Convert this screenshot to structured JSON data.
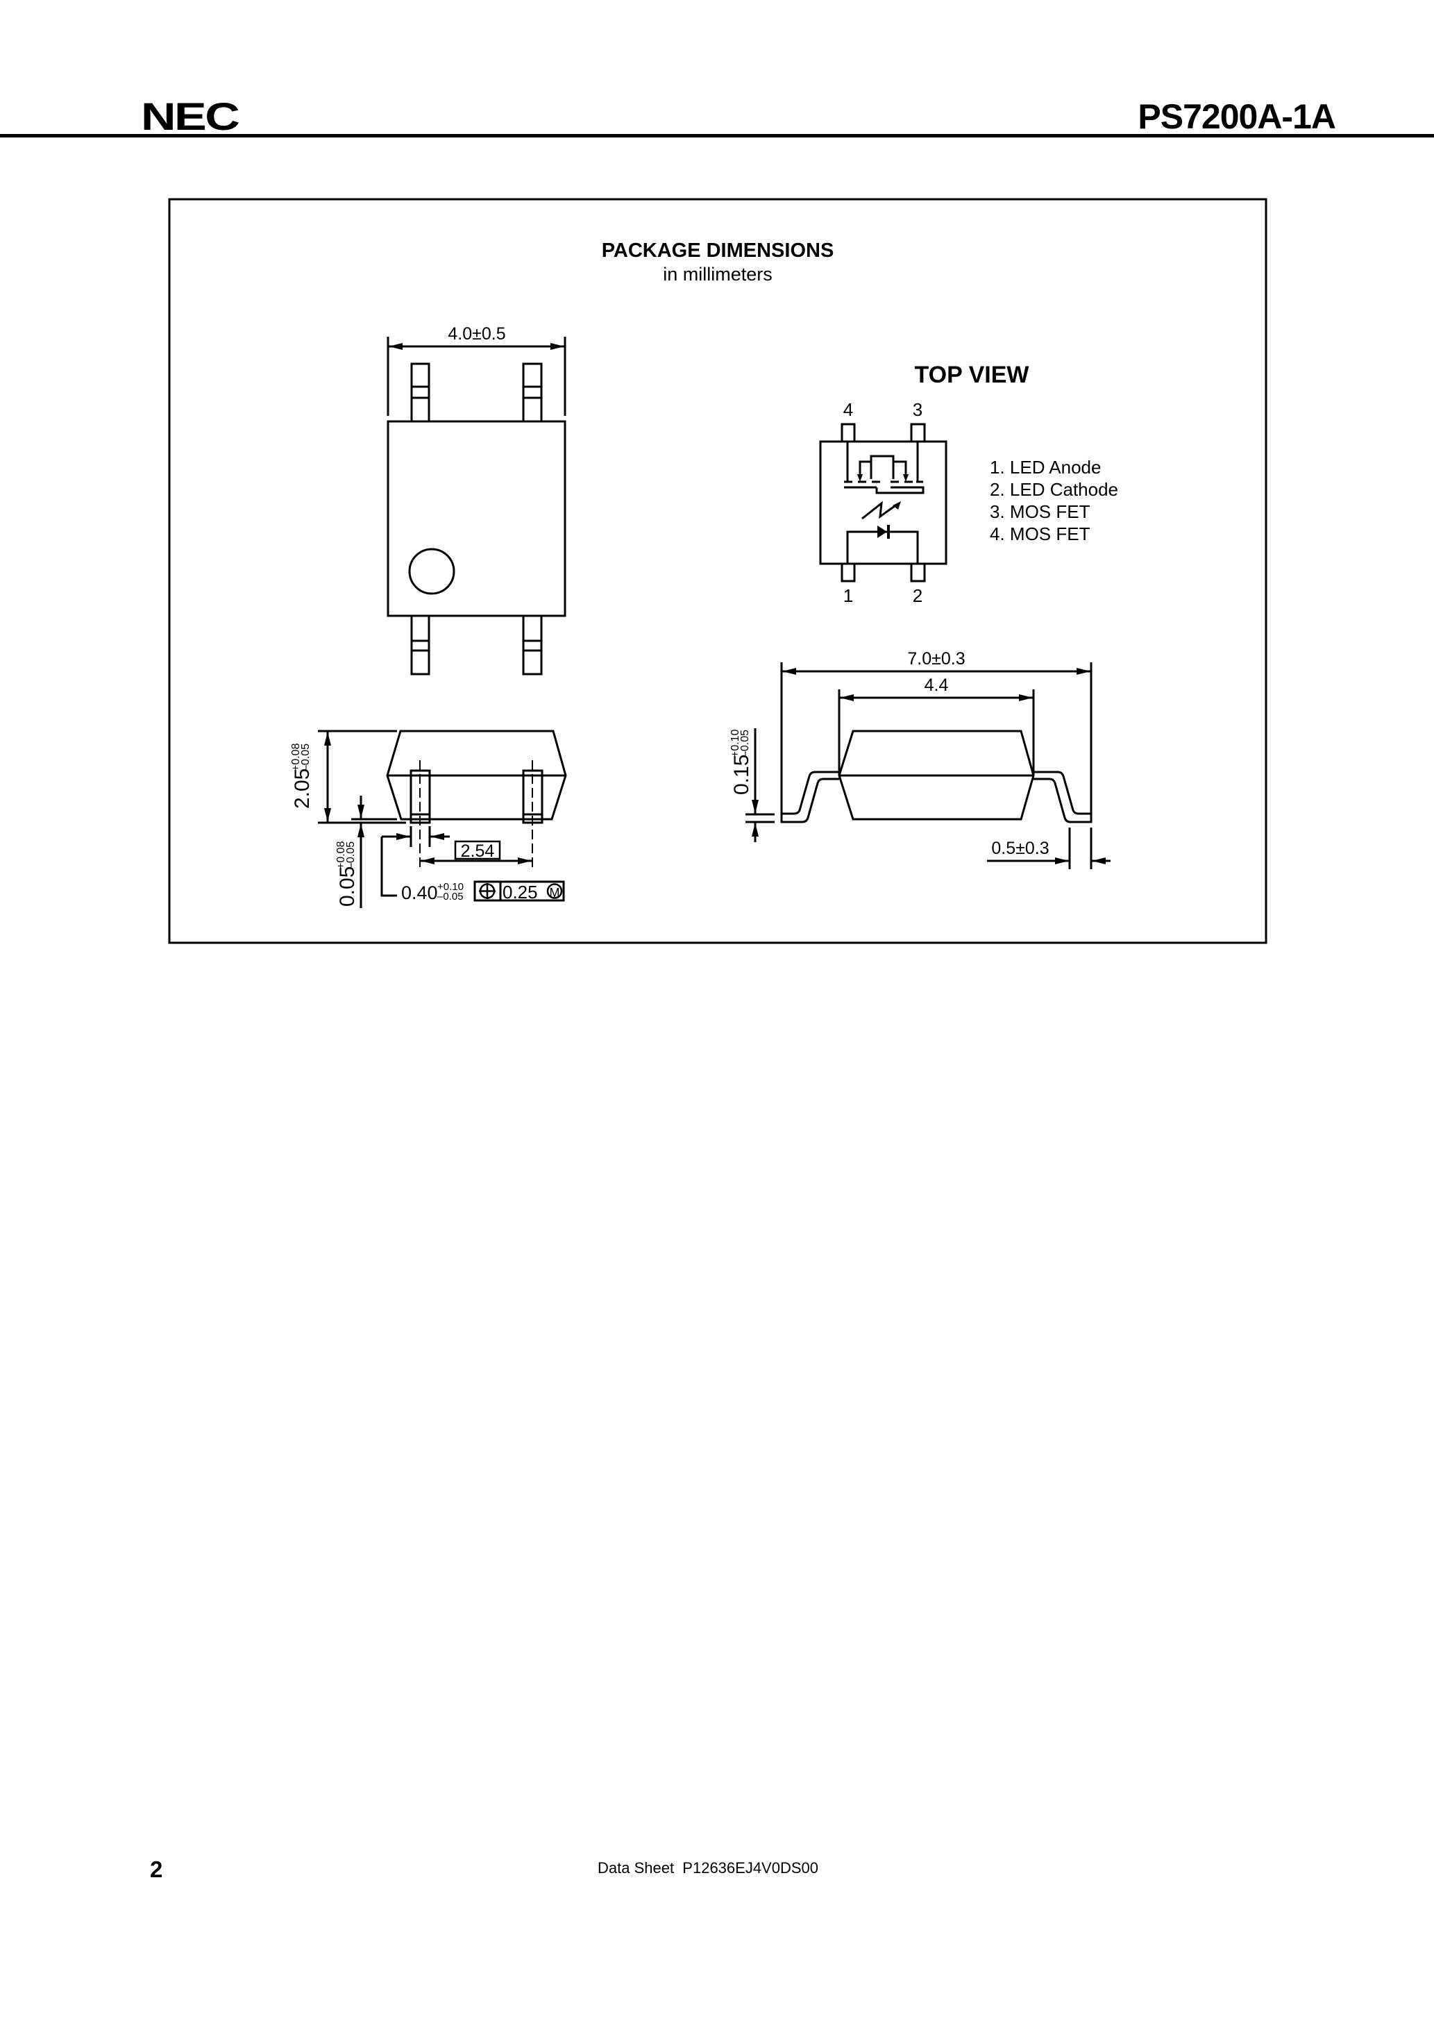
{
  "header": {
    "brand": "NEC",
    "document_title": "PS7200A-1A"
  },
  "figure": {
    "title": "PACKAGE DIMENSIONS",
    "subtitle": "in millimeters",
    "top_view": {
      "title": "TOP VIEW",
      "pin_labels": {
        "pin1": "1",
        "pin2": "2",
        "pin3": "3",
        "pin4": "4"
      },
      "pin_legend": [
        "1. LED Anode",
        "2. LED Cathode",
        "3. MOS FET",
        "4. MOS FET"
      ]
    },
    "dimensions": {
      "width_top": "4.0±0.5",
      "overall_length": "7.0±0.3",
      "body_length": "4.4",
      "lead_thickness": {
        "base": "0.15",
        "plus": "+0.10",
        "minus": "–0.05"
      },
      "lead_extension": "0.5±0.3",
      "height": {
        "base": "2.05",
        "plus": "+0.08",
        "minus": "–0.05"
      },
      "standoff": {
        "base": "0.05",
        "plus": "+0.08",
        "minus": "–0.05"
      },
      "pitch": "2.54",
      "lead_width": {
        "base": "0.40",
        "plus": "+0.10",
        "minus": "–0.05"
      },
      "position_tolerance": {
        "symbol": "position-symbol",
        "value": "0.25",
        "modifier": "M"
      }
    }
  },
  "footer": {
    "page_number": "2",
    "document_reference": "Data Sheet  P12636EJ4V0DS00"
  }
}
